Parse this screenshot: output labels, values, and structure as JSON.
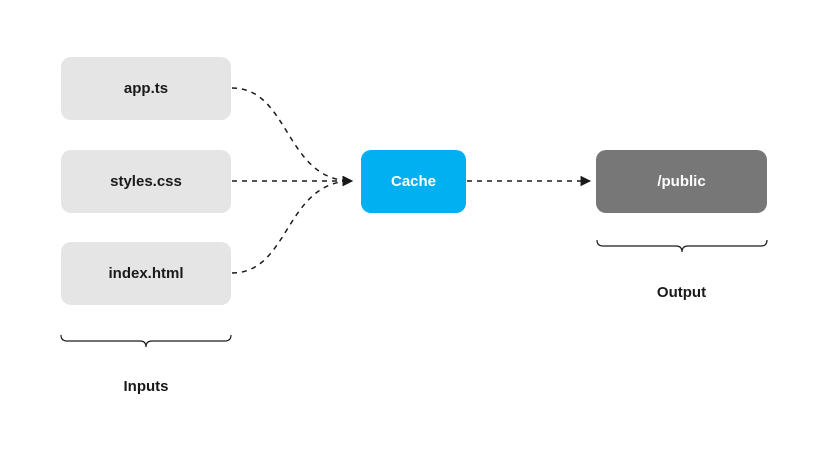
{
  "diagram": {
    "inputs": [
      {
        "label": "app.ts"
      },
      {
        "label": "styles.css"
      },
      {
        "label": "index.html"
      }
    ],
    "cache": {
      "label": "Cache"
    },
    "output": {
      "label": "/public"
    },
    "groups": {
      "inputs_label": "Inputs",
      "output_label": "Output"
    },
    "colors": {
      "input_fill": "#e5e5e5",
      "cache_fill": "#00b0f0",
      "output_fill": "#777777",
      "line": "#1a1a1a"
    }
  }
}
